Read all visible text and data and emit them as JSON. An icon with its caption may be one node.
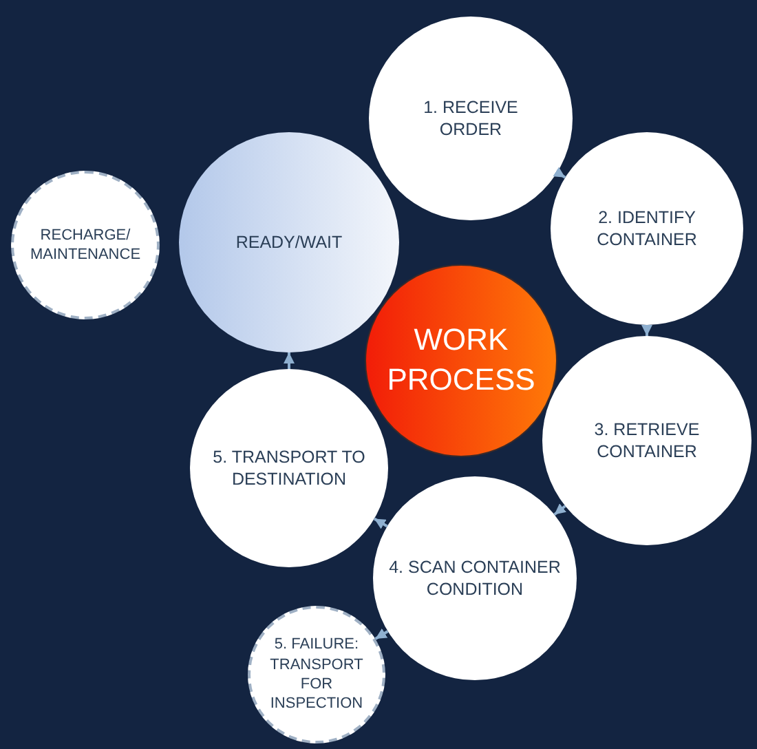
{
  "diagram": {
    "nodes": [
      {
        "text": [
          "WORK PROCESS"
        ]
      },
      {
        "text": [
          "1. RECEIVE ORDER"
        ]
      },
      {
        "text": [
          "2. IDENTIFY CONTAINER"
        ]
      },
      {
        "text": [
          "3. RETRIEVE CONTAINER"
        ]
      },
      {
        "text": [
          "4. SCAN CONTAINER CONDITION"
        ]
      },
      {
        "text": [
          "5. TRANSPORT TO DESTINATION"
        ]
      },
      {
        "text": [
          "READY/WAIT"
        ]
      },
      {
        "text": [
          "RECHARGE/ MAINTENANCE"
        ]
      },
      {
        "text": [
          "5. FAILURE: TRANSPORT FOR INSPECTION"
        ]
      }
    ],
    "edges": [
      {
        "from": 1,
        "to": 2,
        "arrow": "to"
      },
      {
        "from": 2,
        "to": 3,
        "arrow": "to"
      },
      {
        "from": 3,
        "to": 4,
        "arrow": "to"
      },
      {
        "from": 4,
        "to": 5,
        "arrow": "to"
      },
      {
        "from": 5,
        "to": 6,
        "arrow": "to"
      },
      {
        "from": 4,
        "to": 8,
        "arrow": "to"
      }
    ]
  }
}
